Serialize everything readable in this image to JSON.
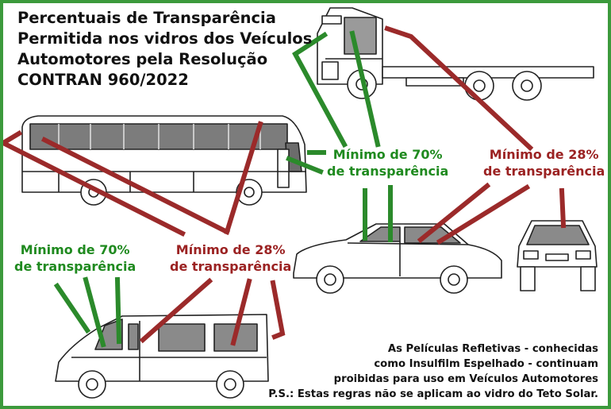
{
  "title": {
    "lines": [
      "Percentuais de Transparência",
      "Permitida nos vidros dos Veículos",
      "Automotores pela Resolução",
      "CONTRAN 960/2022"
    ]
  },
  "labels": {
    "green_top": {
      "line1": "Mínimo de 70%",
      "line2": "de transparência"
    },
    "red_top": {
      "line1": "Mínimo de 28%",
      "line2": "de transparência"
    },
    "green_left": {
      "line1": "Mínimo de 70%",
      "line2": "de transparência"
    },
    "red_mid": {
      "line1": "Mínimo de 28%",
      "line2": "de transparência"
    }
  },
  "notes": {
    "lines": [
      "As Películas Refletivas - conhecidas",
      "como Insulfilm Espelhado - continuam",
      "proibidas para uso em Veículos Automotores",
      "P.S.: Estas regras não se aplicam ao vidro do Teto Solar."
    ]
  },
  "colors": {
    "border": "#3c9a3c",
    "min_70_green": "#1f8a1f",
    "min_28_red": "#9b2222"
  }
}
